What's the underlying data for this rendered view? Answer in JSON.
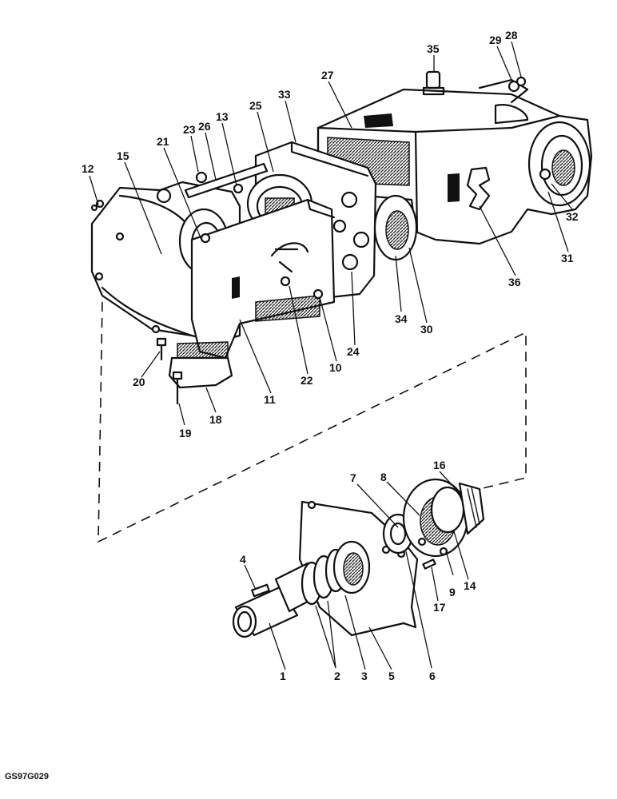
{
  "figure_code": "GS97G029",
  "callouts": [
    {
      "label": "1"
    },
    {
      "label": "2"
    },
    {
      "label": "3"
    },
    {
      "label": "4"
    },
    {
      "label": "5"
    },
    {
      "label": "6"
    },
    {
      "label": "7"
    },
    {
      "label": "8"
    },
    {
      "label": "9"
    },
    {
      "label": "10"
    },
    {
      "label": "11"
    },
    {
      "label": "12"
    },
    {
      "label": "13"
    },
    {
      "label": "14"
    },
    {
      "label": "15"
    },
    {
      "label": "16"
    },
    {
      "label": "17"
    },
    {
      "label": "18"
    },
    {
      "label": "19"
    },
    {
      "label": "20"
    },
    {
      "label": "21"
    },
    {
      "label": "22"
    },
    {
      "label": "23"
    },
    {
      "label": "24"
    },
    {
      "label": "25"
    },
    {
      "label": "26"
    },
    {
      "label": "27"
    },
    {
      "label": "28"
    },
    {
      "label": "29"
    },
    {
      "label": "30"
    },
    {
      "label": "31"
    },
    {
      "label": "32"
    },
    {
      "label": "33"
    },
    {
      "label": "34"
    },
    {
      "label": "35"
    },
    {
      "label": "36"
    }
  ]
}
